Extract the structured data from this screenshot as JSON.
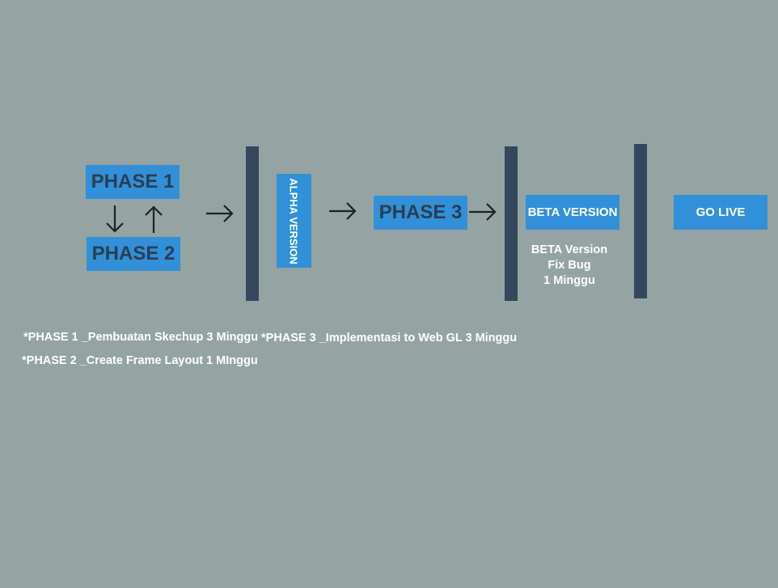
{
  "colors": {
    "background": "#93a4a3",
    "box_blue": "#3190d8",
    "bar_navy": "#34475d",
    "dark_text": "#2b3e52",
    "light_text": "#ffffff",
    "arrow": "#1c2226"
  },
  "boxes": {
    "phase1": "PHASE 1",
    "phase2": "PHASE 2",
    "alpha": "ALPHA VERSION",
    "phase3": "PHASE 3",
    "beta": "BETA VERSION",
    "golive": "GO LIVE"
  },
  "beta_notes": {
    "line1": "BETA Version",
    "line2": "Fix Bug",
    "line3": "1 Minggu"
  },
  "notes": {
    "phase1": "*PHASE 1 _Pembuatan Skechup 3 Minggu",
    "phase2": "*PHASE 2 _Create Frame Layout 1 MInggu",
    "phase3": "*PHASE 3 _Implementasi to Web GL 3 Minggu"
  },
  "icons": {
    "loop_down": "arrow-down-icon",
    "loop_up": "arrow-up-icon",
    "flow": "arrow-right-icon"
  }
}
